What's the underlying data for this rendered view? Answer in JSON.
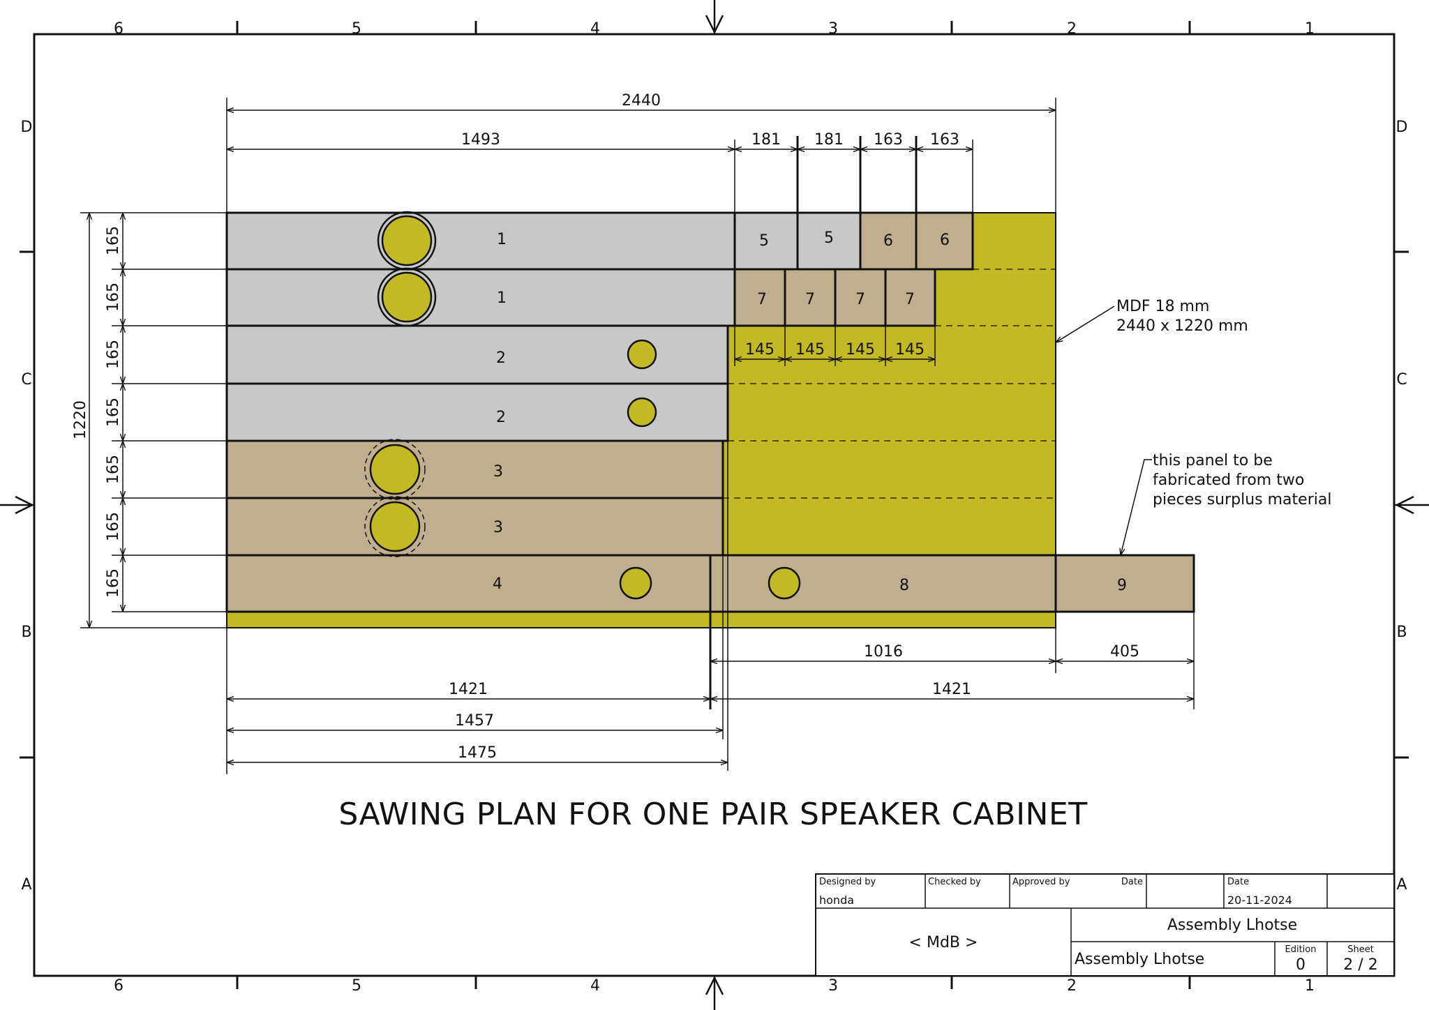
{
  "title": "SAWING PLAN FOR ONE PAIR SPEAKER CABINET",
  "colors": {
    "sheet": "#c2ba24",
    "panel_grey": "#c8c8c8",
    "panel_tan": "#bfaf8e",
    "hole": "#c2ba24",
    "line": "#111111"
  },
  "grid_labels": {
    "columns": [
      "6",
      "5",
      "4",
      "3",
      "2",
      "1"
    ],
    "rows": [
      "D",
      "C",
      "B",
      "A"
    ]
  },
  "notes": {
    "material_line1": "MDF 18 mm",
    "material_line2": "2440 x 1220 mm",
    "panel9_line1": "this panel to be",
    "panel9_line2": "fabricated from two",
    "panel9_line3": "pieces surplus material"
  },
  "parts": [
    {
      "id": "p1a",
      "label": "1",
      "color": "grey"
    },
    {
      "id": "p1b",
      "label": "1",
      "color": "grey"
    },
    {
      "id": "p2a",
      "label": "2",
      "color": "grey"
    },
    {
      "id": "p2b",
      "label": "2",
      "color": "grey"
    },
    {
      "id": "p3a",
      "label": "3",
      "color": "tan"
    },
    {
      "id": "p3b",
      "label": "3",
      "color": "tan"
    },
    {
      "id": "p4",
      "label": "4",
      "color": "tan"
    },
    {
      "id": "p5a",
      "label": "5",
      "color": "grey"
    },
    {
      "id": "p5b",
      "label": "5",
      "color": "grey"
    },
    {
      "id": "p6a",
      "label": "6",
      "color": "tan"
    },
    {
      "id": "p6b",
      "label": "6",
      "color": "tan"
    },
    {
      "id": "p7a",
      "label": "7",
      "color": "tan"
    },
    {
      "id": "p7b",
      "label": "7",
      "color": "tan"
    },
    {
      "id": "p7c",
      "label": "7",
      "color": "tan"
    },
    {
      "id": "p7d",
      "label": "7",
      "color": "tan"
    },
    {
      "id": "p8",
      "label": "8",
      "color": "tan"
    },
    {
      "id": "p9",
      "label": "9",
      "color": "tan"
    }
  ],
  "dimensions": {
    "sheet_width": "2440",
    "sheet_height": "1220",
    "strip_1_length": "1493",
    "part5_width_a": "181",
    "part5_width_b": "181",
    "part6_width_a": "163",
    "part6_width_b": "163",
    "part7_width_a": "145",
    "part7_width_b": "145",
    "part7_width_c": "145",
    "part7_width_d": "145",
    "strip_heights": [
      "165",
      "165",
      "165",
      "165",
      "165",
      "165",
      "165"
    ],
    "part4_length": "1421",
    "part8_part9_length": "1421",
    "part8_on_sheet": "1016",
    "part9_length": "405",
    "strip_3_length": "1457",
    "strip_2_length": "1475"
  },
  "title_block": {
    "designed_by_label": "Designed by",
    "designed_by": "honda",
    "checked_by_label": "Checked by",
    "approved_by_label": "Approved by",
    "date_label_1": "Date",
    "date_label_2": "Date",
    "date": "20-11-2024",
    "company": "< MdB >",
    "title": "Assembly Lhotse",
    "subtitle": "Assembly Lhotse",
    "edition_label": "Edition",
    "edition": "0",
    "sheet_label": "Sheet",
    "sheet": "2 / 2"
  }
}
